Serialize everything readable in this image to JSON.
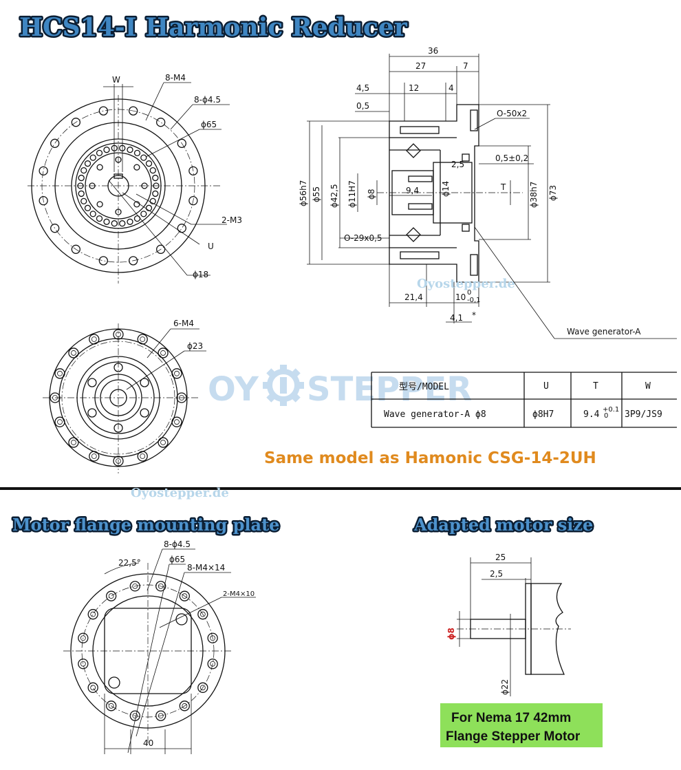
{
  "titles": {
    "main": "HCS14-I Harmonic Reducer",
    "flange": "Motor flange mounting plate",
    "motor": "Adapted motor size"
  },
  "front_view": {
    "W": "W",
    "m4": "8-M4",
    "d45": "8-ϕ4.5",
    "d65": "ϕ65",
    "m3": "2-M3",
    "U": "U",
    "d18": "ϕ18"
  },
  "rear_view": {
    "m4": "6-M4",
    "d23": "ϕ23"
  },
  "side_view": {
    "d36": "36",
    "d27": "27",
    "d7": "7",
    "d45": "4,5",
    "d12": "12",
    "d4": "4",
    "d05": "0,5",
    "oring1": "O-50x2",
    "d25": "2,5",
    "d05tol": "0,5±0,2",
    "d56": "ϕ56h7",
    "d55": "ϕ55",
    "d425": "ϕ42,5",
    "d11": "ϕ11H7",
    "d8": "ϕ8",
    "d94": "9,4",
    "d14": "ϕ14",
    "T": "T",
    "d38": "ϕ38h7",
    "d73": "ϕ73",
    "oring2": "O-29x0,5",
    "d214": "21,4",
    "d10": "10",
    "d10tol_up": "0",
    "d10tol_dn": "-0,1",
    "d41": "4,1",
    "star": "*",
    "wave": "Wave generator-A"
  },
  "table": {
    "headers": [
      "型号/MODEL",
      "U",
      "T",
      "W"
    ],
    "row": [
      "Wave generator-A ϕ8",
      "ϕ8H7",
      "9.4",
      "3P9/JS9"
    ],
    "t_tol_up": "+0.1",
    "t_tol_dn": "0"
  },
  "note": "Same model as Hamonic CSG-14-2UH",
  "watermarks": {
    "site": "Oyostepper.de",
    "logo_left": "OY",
    "logo_right": "STEPPER"
  },
  "flange_plate": {
    "a225": "22,5°",
    "d45": "8-ϕ4.5",
    "d65": "ϕ65",
    "m4x14": "8-M4×14",
    "m4x10": "2-M4×10",
    "w40": "40"
  },
  "motor_size": {
    "d25": "25",
    "d25b": "2,5",
    "d8": "ϕ8",
    "d22": "ϕ22"
  },
  "green_box": {
    "line1": "For Nema 17 42mm",
    "line2": "Flange Stepper Motor"
  },
  "colors": {
    "title_fill": "#3f86c2",
    "note_orange": "#e08a1e",
    "green_box": "#8ee05a",
    "dim_red": "#cc2222"
  }
}
